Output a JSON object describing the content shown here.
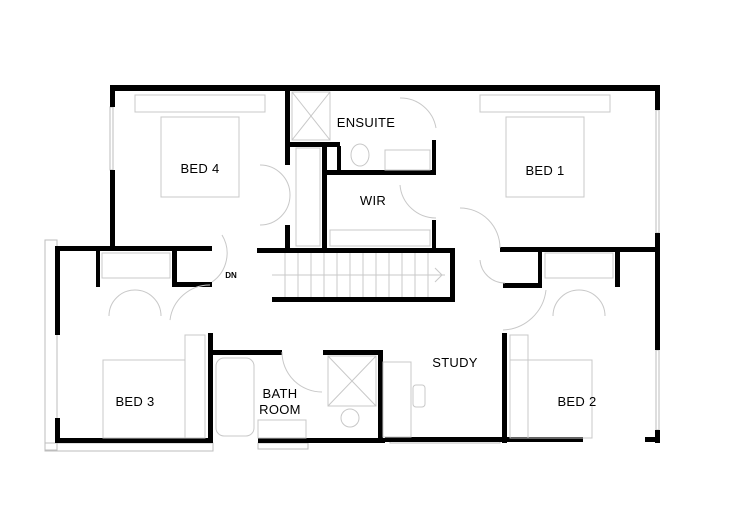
{
  "plan": {
    "rooms": {
      "bed4": "BED  4",
      "ensuite": "ENSUITE",
      "wir": "WIR",
      "bed1": "BED  1",
      "study": "STUDY",
      "bath_line1": "BATH",
      "bath_line2": "ROOM",
      "bed3": "BED  3",
      "bed2": "BED  2"
    },
    "stair_label": "DN",
    "colors": {
      "wall": "#000000",
      "fixture": "#c8c8c8"
    }
  }
}
